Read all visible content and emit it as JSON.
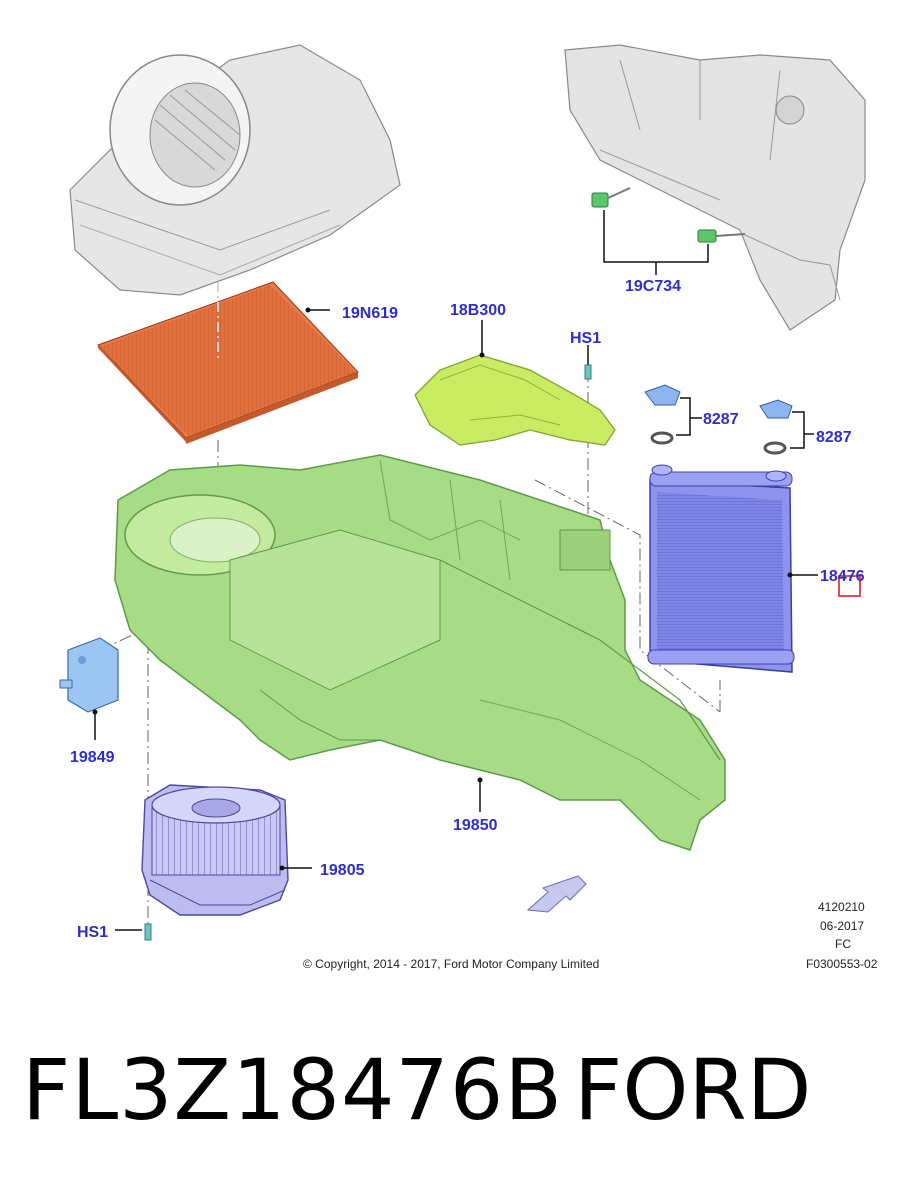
{
  "callouts": {
    "filter": "19N619",
    "duct": "18B300",
    "sensor": "19C734",
    "screw_top": "HS1",
    "clip_left": "8287",
    "clip_right": "8287",
    "core": "18476",
    "valve": "19849",
    "housing": "19850",
    "blower": "19805",
    "screw_bottom": "HS1"
  },
  "footer": {
    "copyright": "© Copyright, 2014 - 2017, Ford Motor Company Limited",
    "code1": "4120210",
    "date": "06-2017",
    "code2": "FC",
    "code3": "F0300553-02"
  },
  "caption": {
    "part_number": "FL3Z18476B",
    "brand": "FORD"
  },
  "colors": {
    "callout_text": "#2d2dc8",
    "filter": "#e2703f",
    "housing": "#9ed77c",
    "duct": "#c9ec62",
    "core": "#7f86e8",
    "blower": "#b8b8ee",
    "valve": "#9cc6f2",
    "highlight_box": "#e02020"
  }
}
